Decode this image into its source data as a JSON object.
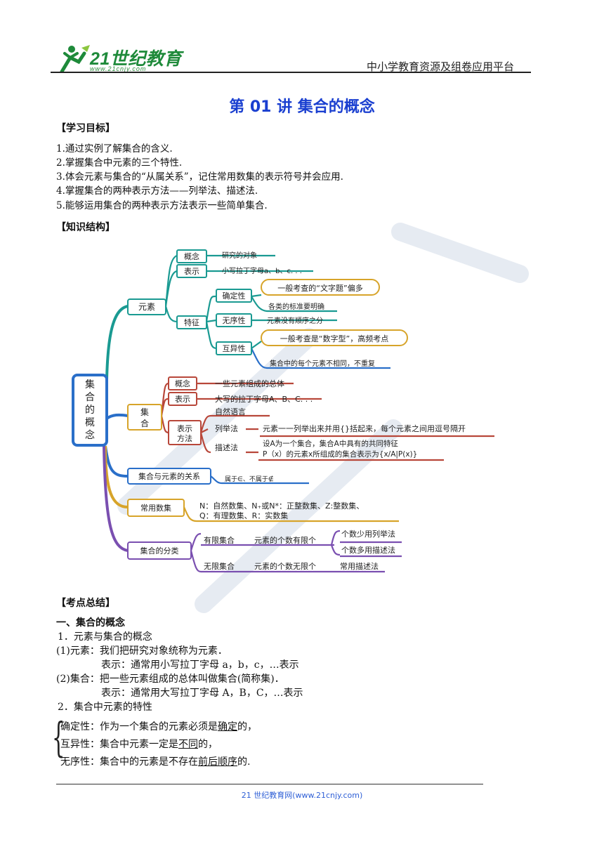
{
  "header": {
    "logo_text": "21世纪教育",
    "logo_url_text": "www.21cnjy.com",
    "platform": "中小学教育资源及组卷应用平台"
  },
  "title": "第 01 讲  集合的概念",
  "goals": {
    "heading": "【学习目标】",
    "items": [
      "1.通过实例了解集合的含义.",
      "2.掌握集合中元素的三个特性.",
      "3.体会元素与集合的“从属关系”，记住常用数集的表示符号并会应用.",
      "4.掌握集合的两种表示方法——列举法、描述法.",
      "5.能够运用集合的两种表示方法表示一些简单集合."
    ]
  },
  "structure": {
    "heading": "【知识结构】",
    "root": "集合的概念",
    "element": "元素",
    "el_concept": "概念",
    "el_concept_desc": "研究的对象",
    "el_repr": "表示",
    "el_repr_desc": "小写拉丁字母a、b、c. . .",
    "el_feature": "特征",
    "determinate": "确定性",
    "determinate_note": "一般考查的“文字题”偏多",
    "determinate_desc": "各类的标准要明确",
    "unordered": "无序性",
    "unordered_desc": "元素没有顺序之分",
    "distinct": "互异性",
    "distinct_note": "一般考查是“数字型”，高频考点",
    "distinct_desc": "集合中的每个元素不相同，不重复",
    "set": "集合",
    "set_concept": "概念",
    "set_concept_desc": "一些元素组成的总体",
    "set_repr": "表示",
    "set_repr_desc": "大写的拉丁字母A、B、C. . .",
    "set_method": "表示方法",
    "natural_lang": "自然语言",
    "enum": "列举法",
    "enum_desc": "元素一一列举出来并用{}括起来，每个元素之间用逗号隔开",
    "desc_method": "描述法",
    "desc_line1": "设A为一个集合，集合A中具有的共同特征",
    "desc_line2": "P（x）的元素x所组成的集合表示为{x/A|P(x)}",
    "relation": "集合与元素的关系",
    "relation_desc": "属于∈、不属于∉",
    "numsets": "常用数集",
    "numsets_line1": "N：自然数集、N₊或N*：正整数集、Z:整数集、",
    "numsets_line2": "Q：有理数集、R：实数集",
    "classify": "集合的分类",
    "finite": "有限集合",
    "finite_desc": "元素的个数有限个",
    "finite_few": "个数少用列举法",
    "finite_many": "个数多用描述法",
    "infinite": "无限集合",
    "infinite_desc": "元素的个数无限个",
    "infinite_method": "常用描述法"
  },
  "summary": {
    "heading": "【考点总结】",
    "h1": "一、集合的概念",
    "p1": "1．元素与集合的概念",
    "p2": "(1)元素：我们把研究对象统称为元素．",
    "p3": "表示：通常用小写拉丁字母 a，b，c，…表示",
    "p4": "(2)集合：把一些元素组成的总体叫做集合(简称集)．",
    "p5": "表示：通常用大写拉丁字母 A，B，C，…表示",
    "p6": "2．集合中元素的特性",
    "c1_pre": "确定性：作为一个集合的元素必须是",
    "c1_u": "确定",
    "c1_post": "的，",
    "c2_pre": "互异性：集合中元素一定是",
    "c2_u": "不同",
    "c2_post": "的，",
    "c3_pre": "无序性：集合中的元素是不存在",
    "c3_u": "前后顺序",
    "c3_post": "的."
  },
  "footer": "21 世纪教育网(www.21cnjy.com)",
  "colors": {
    "title": "#1a3fd0",
    "teal": "#1a9a92",
    "blue": "#2a6fc9",
    "purple": "#7a4fb0",
    "red": "#b8473a",
    "orange": "#d7a42a",
    "footer": "#2e5fd6"
  }
}
